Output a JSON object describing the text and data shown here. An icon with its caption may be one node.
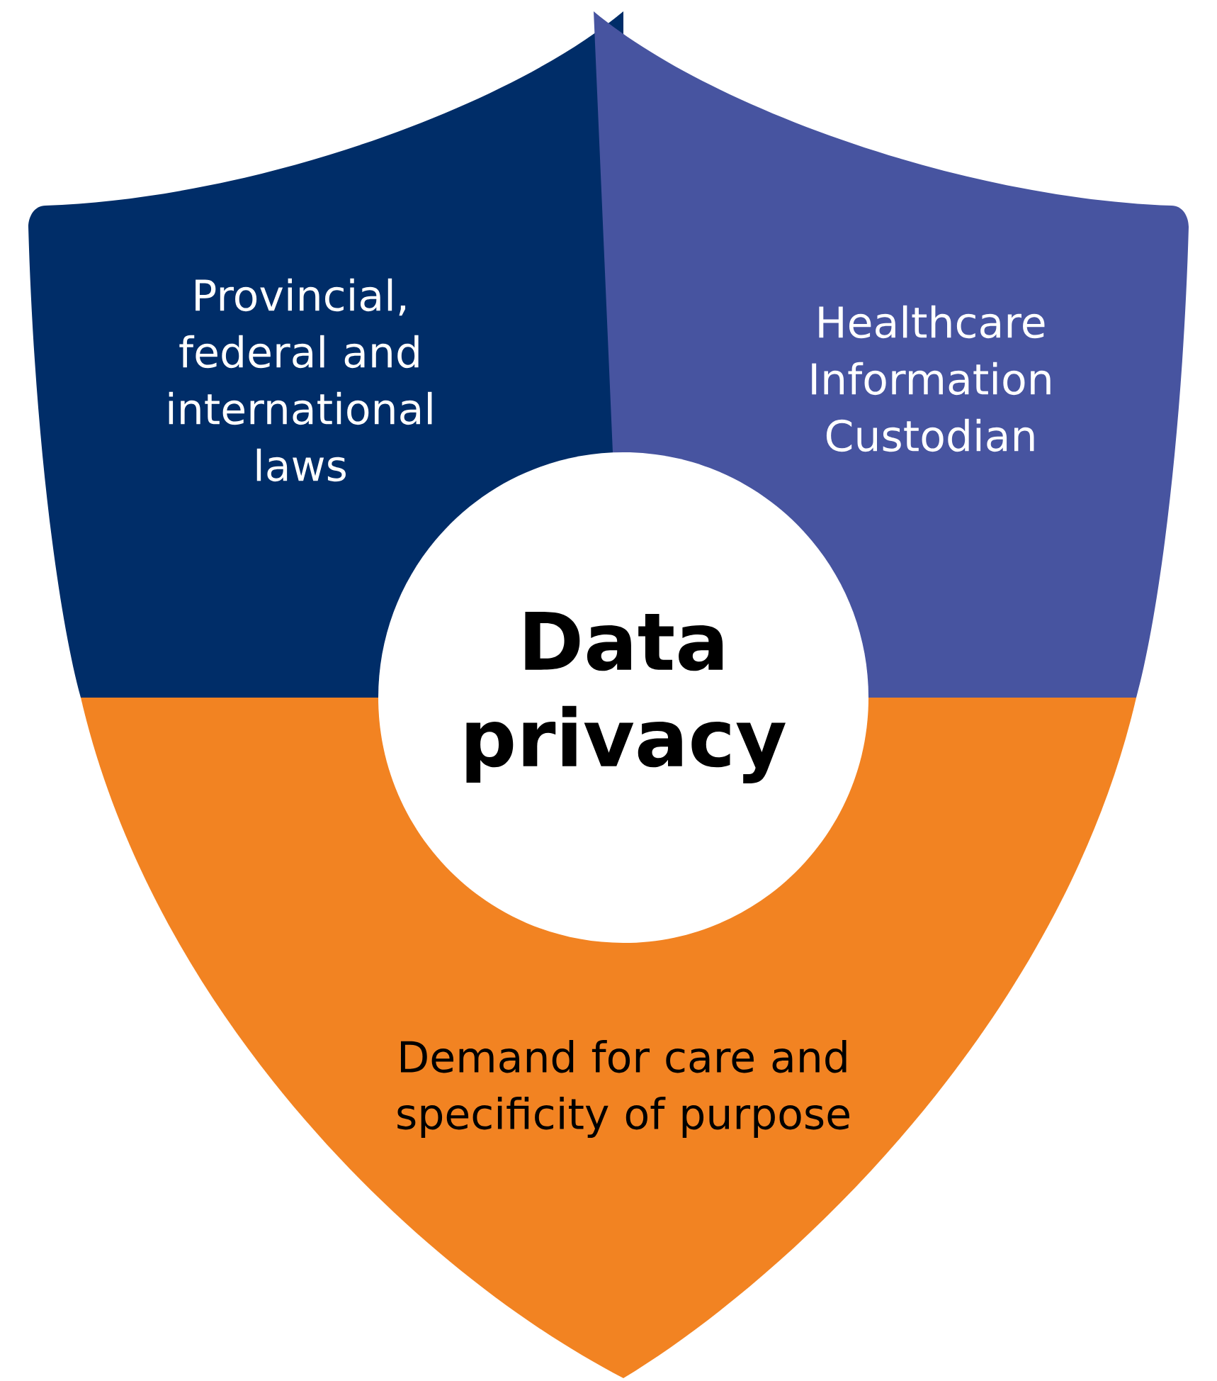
{
  "diagram": {
    "nodes": [
      {
        "text": [
          "Provincial, federal and international laws"
        ]
      },
      {
        "text": [
          "Healthcare Information Custodian"
        ]
      },
      {
        "text": [
          "Demand for care and specificity of purpose"
        ]
      },
      {
        "text": [
          "Data privacy"
        ]
      }
    ]
  }
}
